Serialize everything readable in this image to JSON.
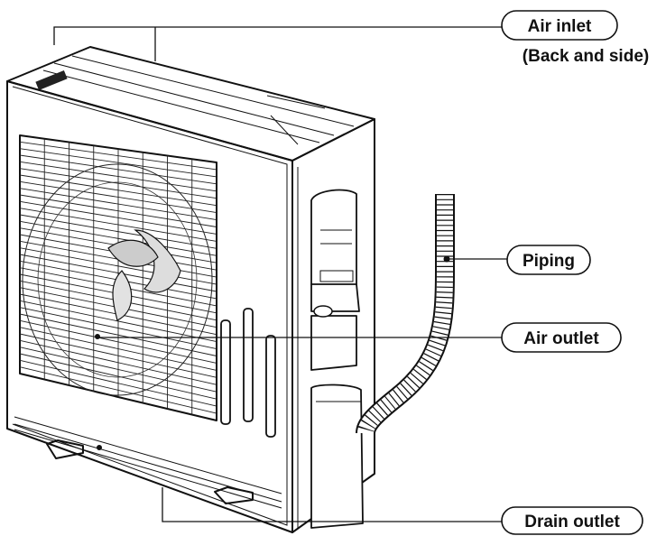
{
  "labels": {
    "air_inlet": "Air inlet",
    "air_inlet_note": "(Back and side)",
    "piping": "Piping",
    "air_outlet": "Air outlet",
    "drain_outlet": "Drain outlet"
  },
  "icons": {
    "unit": "outdoor-ac-unit-illustration",
    "pipe": "refrigerant-pipe-hose"
  }
}
